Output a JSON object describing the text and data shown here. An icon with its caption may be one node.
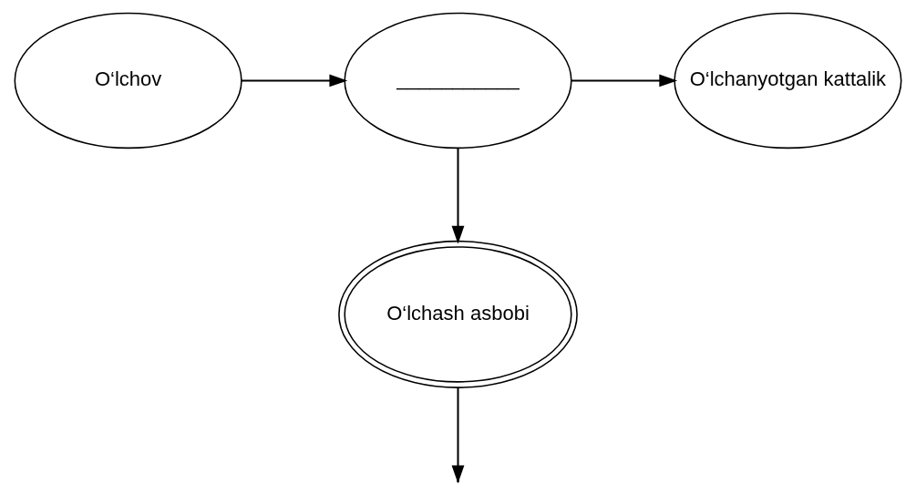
{
  "diagram": {
    "nodes": [
      {
        "text": [
          "O‘lchov"
        ]
      },
      {
        "text": [
          "___________"
        ]
      },
      {
        "text": [
          "O‘lchanyotgan kattalik"
        ]
      },
      {
        "text": [
          "O‘lchash asbobi"
        ]
      }
    ],
    "edges": [
      {
        "from": 0,
        "to": 1,
        "arrow": "to"
      },
      {
        "from": 1,
        "to": 2,
        "arrow": "to"
      },
      {
        "from": 1,
        "to": 3,
        "arrow": "to"
      },
      {
        "from": 3,
        "to": null,
        "arrow": "to"
      }
    ]
  }
}
